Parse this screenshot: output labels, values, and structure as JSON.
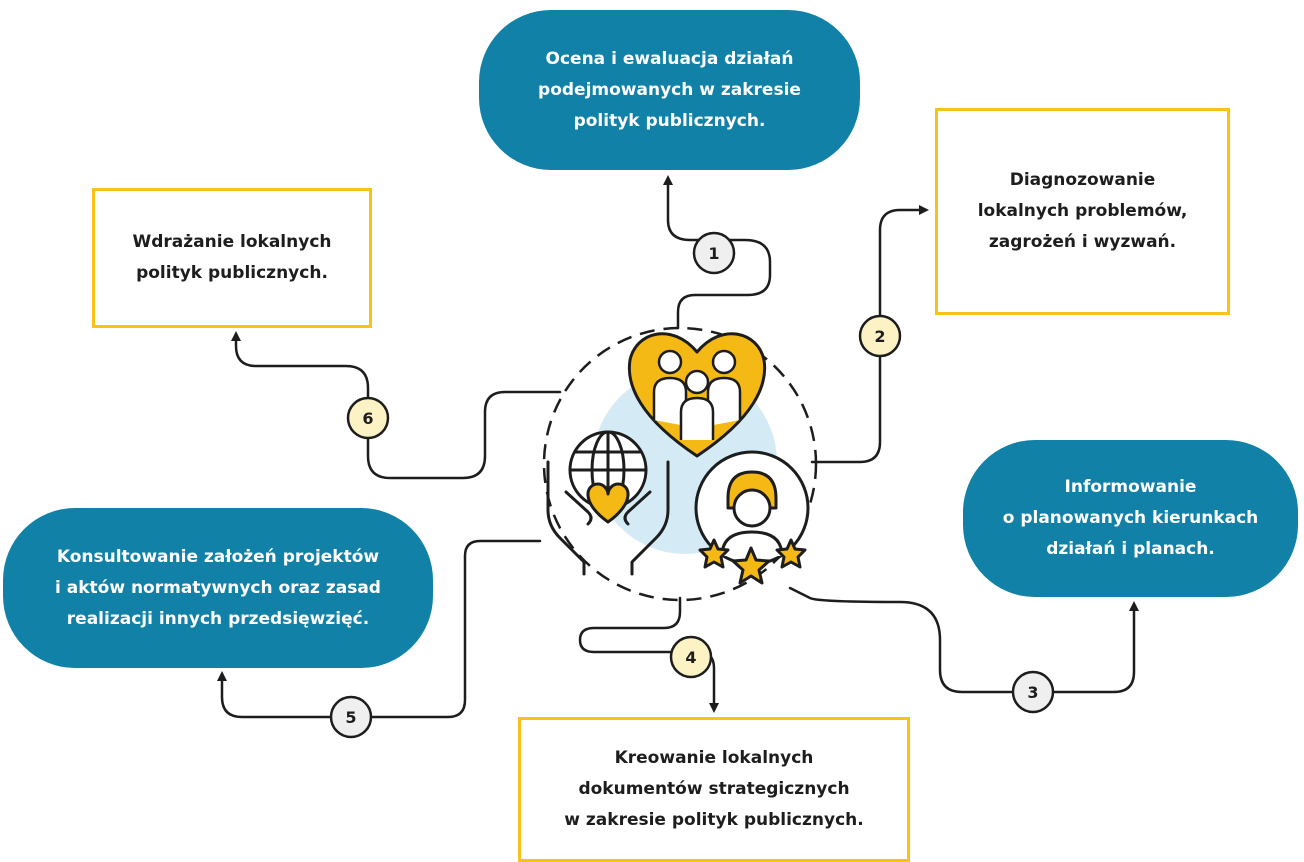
{
  "steps": [
    {
      "num": "1",
      "text": "Ocena i ewaluacja działań\npodejmowanych w zakresie\npolityk publicznych."
    },
    {
      "num": "2",
      "text": "Diagnozowanie\nlokalnych problemów,\nzagrożeń i wyzwań."
    },
    {
      "num": "3",
      "text": "Informowanie\no planowanych kierunkach\ndziałań i planach."
    },
    {
      "num": "4",
      "text": "Kreowanie lokalnych\ndokumentów strategicznych\nw zakresie polityk publicznych."
    },
    {
      "num": "5",
      "text": "Konsultowanie założeń projektów\ni aktów normatywnych oraz zasad\nrealizacji innych przedsięwzięć."
    },
    {
      "num": "6",
      "text": "Wdrażanie lokalnych\npolityk publicznych."
    }
  ],
  "colors": {
    "pill": "#1281a8",
    "box_border": "#f7c21a",
    "badge_light": "#efefef",
    "badge_yellow": "#fdf2c4",
    "accent_yellow": "#f5b915",
    "hub_circle": "#d4ebf6",
    "line": "#1d1d1d"
  },
  "icons": [
    "community-heart-icon",
    "globe-in-hands-icon",
    "person-rating-stars-icon"
  ]
}
